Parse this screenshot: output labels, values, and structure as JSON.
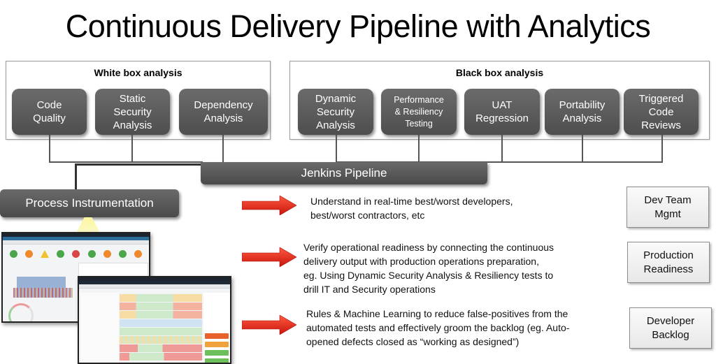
{
  "title": "Continuous Delivery Pipeline with Analytics",
  "white_box": {
    "label": "White box analysis",
    "tools": [
      {
        "label": "Code\nQuality"
      },
      {
        "label": "Static\nSecurity\nAnalysis"
      },
      {
        "label": "Dependency\nAnalysis"
      }
    ]
  },
  "black_box": {
    "label": "Black box analysis",
    "tools": [
      {
        "label": "Dynamic\nSecurity\nAnalysis"
      },
      {
        "label": "Performance\n& Resiliency\nTesting"
      },
      {
        "label": "UAT\nRegression"
      },
      {
        "label": "Portability\nAnalysis"
      },
      {
        "label": "Triggered\nCode\nReviews"
      }
    ]
  },
  "pipeline": {
    "label": "Jenkins Pipeline"
  },
  "instrumentation": {
    "label": "Process Instrumentation"
  },
  "insights": [
    {
      "description": "Understand in real-time best/worst developers,\nbest/worst contractors, etc",
      "outcome": "Dev Team\nMgmt"
    },
    {
      "description": "Verify operational readiness by connecting the continuous\ndelivery output with production operations preparation,\neg. Using Dynamic Security Analysis & Resiliency tests to\ndrill IT and Security operations",
      "outcome": "Production\nReadiness"
    },
    {
      "description": "Rules & Machine Learning to reduce false-positives from the\nautomated tests and effectively groom the backlog  (eg. Auto-\nopened defects closed as “working as designed”)",
      "outcome": "Developer\nBacklog"
    }
  ],
  "colors": {
    "tool_box": "#5a5a5a",
    "arrow": "#e8261c",
    "outcome_border": "#8c8c8c"
  }
}
